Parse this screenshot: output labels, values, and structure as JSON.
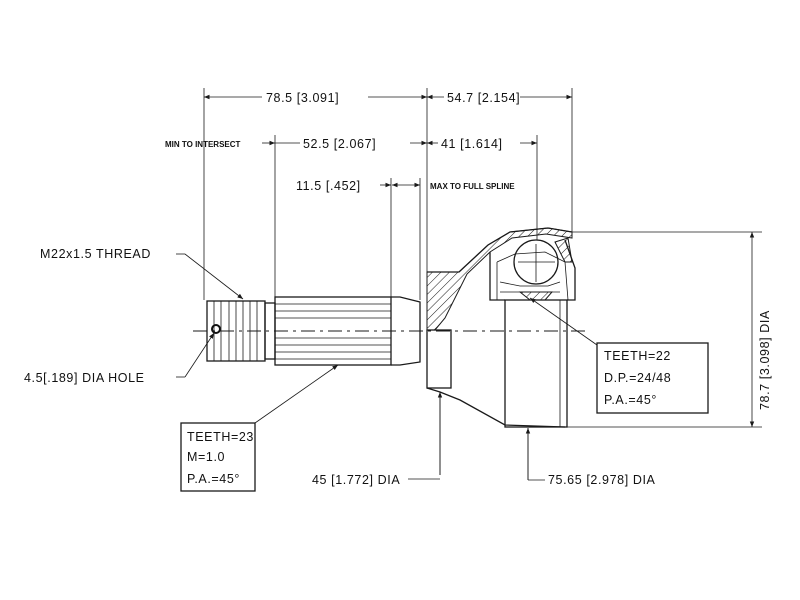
{
  "dimensions": {
    "overall_left": "78.5 [3.091]",
    "overall_right": "54.7 [2.154]",
    "min_to_intersect_label": "MIN TO INTERSECT",
    "min_to_intersect_value": "52.5 [2.067]",
    "intersect_right": "41 [1.614]",
    "spline_left": "11.5 [.452]",
    "max_full_spline_label": "MAX TO FULL SPLINE",
    "thread": "M22x1.5 THREAD",
    "hole": "4.5[.189] DIA HOLE",
    "housing_dia": "78.7 [3.098] DIA",
    "neck_dia": "45 [1.772] DIA",
    "body_dia": "75.65 [2.978] DIA"
  },
  "spline_outer": {
    "teeth": "TEETH=23",
    "module": "M=1.0",
    "pressure_angle": "P.A.=45°"
  },
  "spline_inner": {
    "teeth": "TEETH=22",
    "pitch": "D.P.=24/48",
    "pressure_angle": "P.A.=45°"
  }
}
